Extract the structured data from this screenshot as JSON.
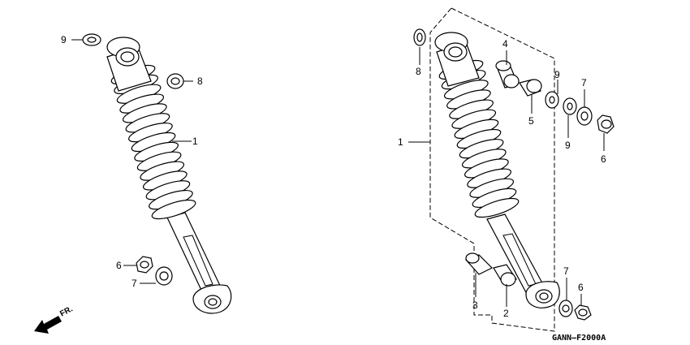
{
  "diagram_code": "GANN–F2000A",
  "front_indicator": {
    "text": "FR.",
    "icon": "arrow-icon"
  },
  "left_assembly": {
    "callouts": [
      {
        "id": "9",
        "text": "9"
      },
      {
        "id": "8",
        "text": "8"
      },
      {
        "id": "1",
        "text": "1"
      },
      {
        "id": "6",
        "text": "6"
      },
      {
        "id": "7",
        "text": "7"
      }
    ]
  },
  "right_assembly": {
    "callouts": [
      {
        "id": "8",
        "text": "8"
      },
      {
        "id": "4",
        "text": "4"
      },
      {
        "id": "5",
        "text": "5"
      },
      {
        "id": "9a",
        "text": "9"
      },
      {
        "id": "7a",
        "text": "7"
      },
      {
        "id": "9b",
        "text": "9"
      },
      {
        "id": "6a",
        "text": "6"
      },
      {
        "id": "1",
        "text": "1"
      },
      {
        "id": "3",
        "text": "3"
      },
      {
        "id": "2",
        "text": "2"
      },
      {
        "id": "7b",
        "text": "7"
      },
      {
        "id": "6b",
        "text": "6"
      }
    ]
  }
}
